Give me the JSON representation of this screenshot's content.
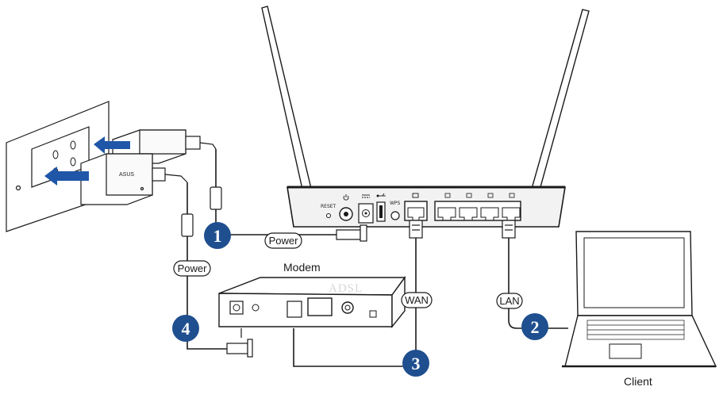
{
  "colors": {
    "badge": "#1f4f8f",
    "arrow": "#1f56a8",
    "line": "#1a1a1a",
    "device_fill": "#ffffff",
    "router_fill": "#f2f2f2"
  },
  "router": {
    "reset_label": "RESET",
    "wps_label": "WPS",
    "icons": [
      "power-icon",
      "dc-in-icon",
      "usb-icon",
      "wan-globe-icon",
      "lan-port-icon"
    ]
  },
  "adapter": {
    "brand": "ASUS"
  },
  "modem": {
    "title": "Modem",
    "badge_text": "ADSL"
  },
  "client": {
    "title": "Client"
  },
  "labels": {
    "power_router": "Power",
    "power_modem": "Power",
    "wan": "WAN",
    "lan": "LAN"
  },
  "steps": [
    {
      "number": "1"
    },
    {
      "number": "2"
    },
    {
      "number": "3"
    },
    {
      "number": "4"
    }
  ]
}
